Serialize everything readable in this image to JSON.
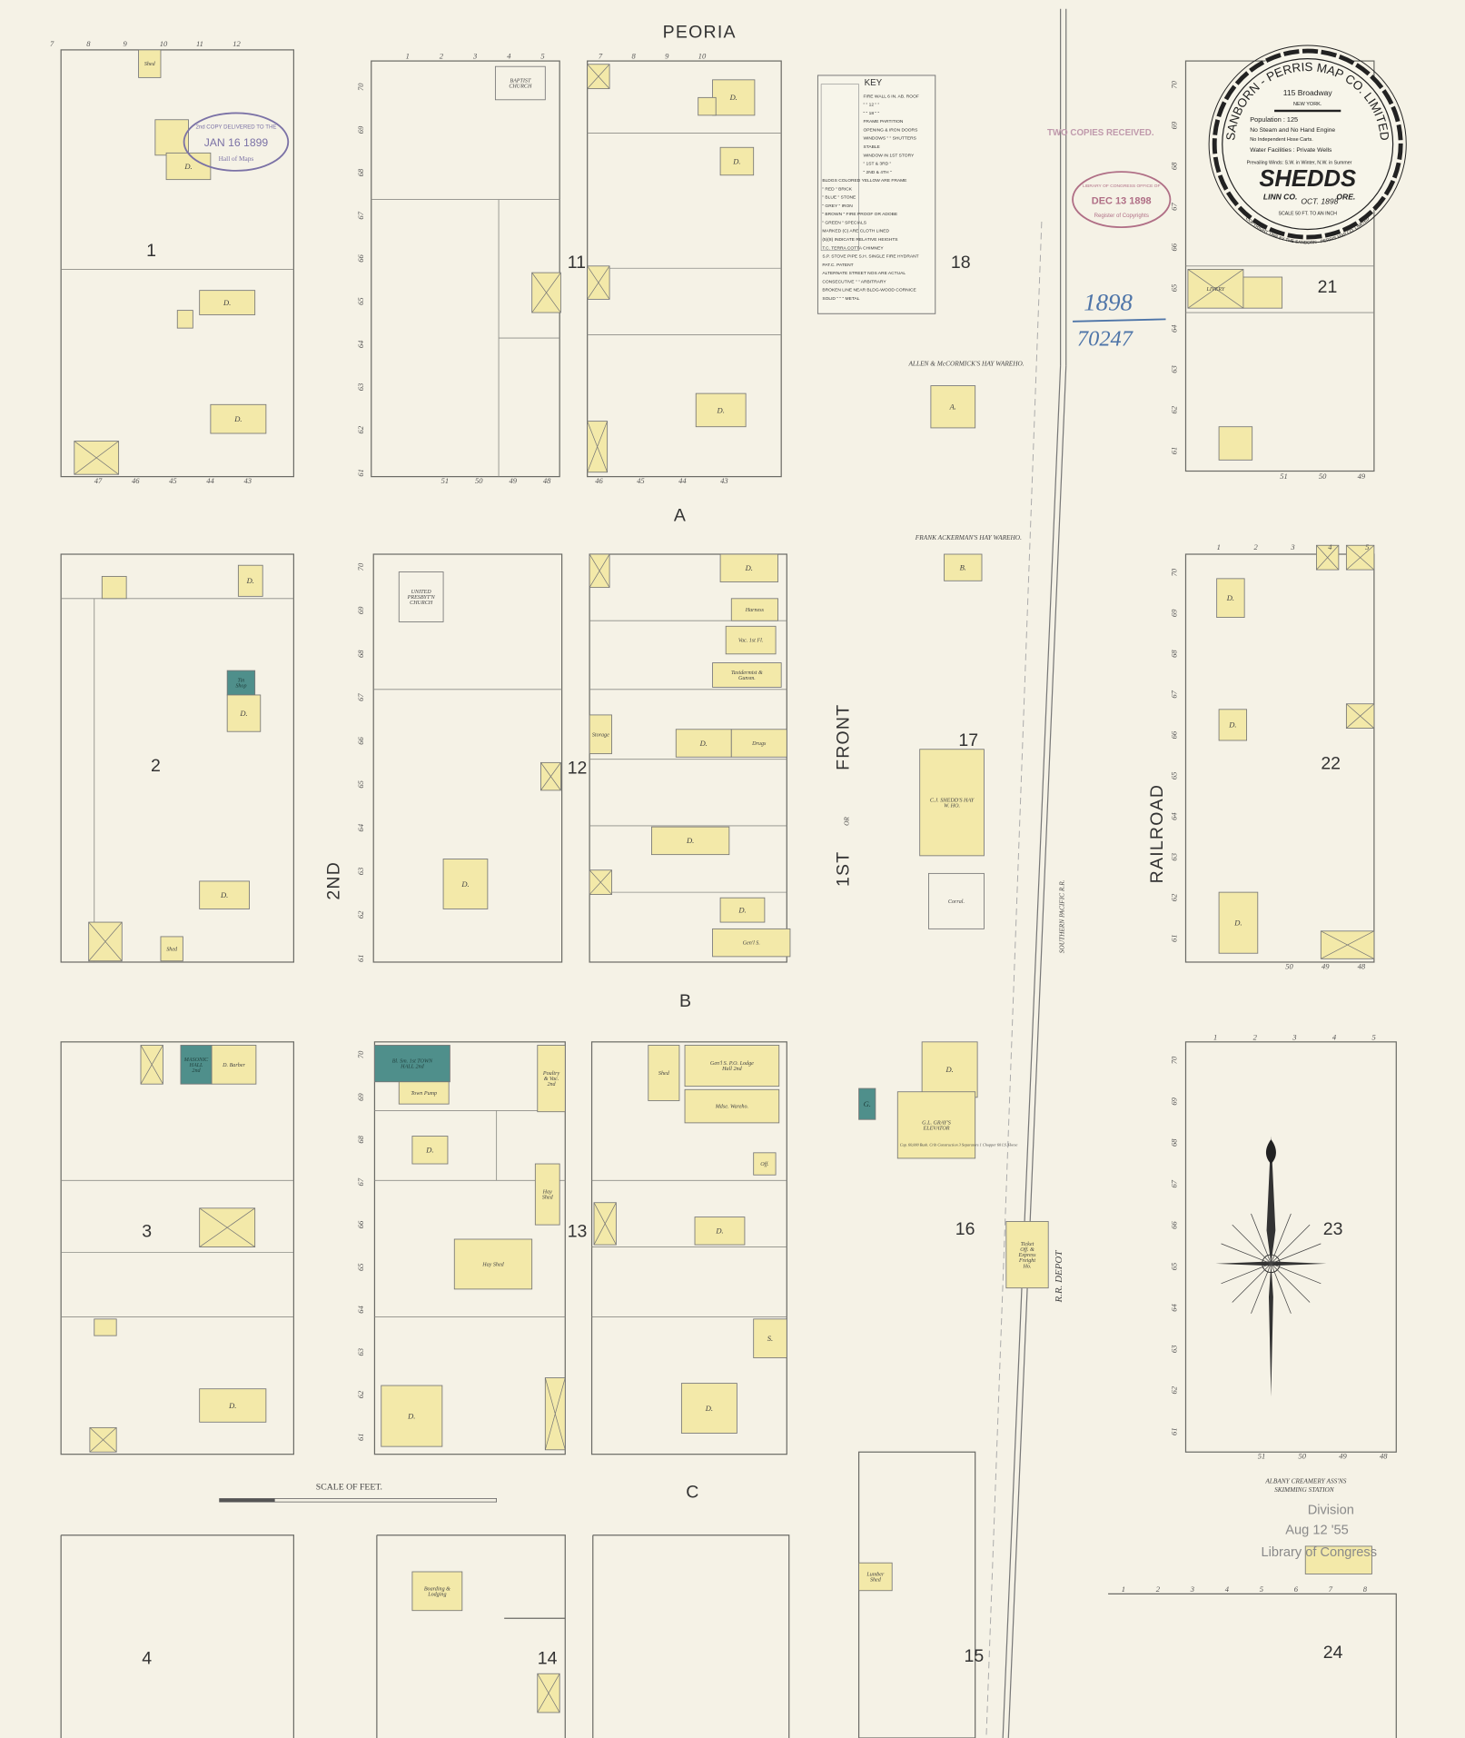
{
  "streets": {
    "top": "PEORIA",
    "a": "A",
    "b": "B",
    "c": "C",
    "second": "2ND",
    "first_a": "1ST",
    "first_or": "OR",
    "first_b": "FRONT",
    "railroad": "RAILROAD",
    "rail_line": "SOUTHERN PACIFIC R.R.",
    "depot": "R.R. DEPOT"
  },
  "blocks": [
    "1",
    "11",
    "18",
    "21",
    "2",
    "12",
    "17",
    "22",
    "3",
    "13",
    "16",
    "23",
    "4",
    "14",
    "15",
    "24"
  ],
  "lot_numbers": {
    "block1_top": [
      "7",
      "8",
      "9",
      "10",
      "11",
      "12"
    ],
    "block1_bottom": [
      "47",
      "46",
      "45",
      "44",
      "43"
    ],
    "block11_top": [
      "1",
      "2",
      "3",
      "4",
      "5"
    ],
    "block11_bottom": [
      "51",
      "50",
      "49",
      "48"
    ],
    "block11b_top": [
      "7",
      "8",
      "9",
      "10"
    ],
    "block11b_bottom": [
      "46",
      "45",
      "44",
      "43"
    ],
    "block21_bottom": [
      "51",
      "50",
      "49"
    ],
    "block22_top": [
      "1",
      "2",
      "3",
      "4",
      "5"
    ],
    "block22_bottom": [
      "50",
      "49",
      "48"
    ],
    "block23_top": [
      "1",
      "2",
      "3",
      "4",
      "5"
    ],
    "block23_bottom": [
      "51",
      "50",
      "49",
      "48"
    ],
    "block24_top": [
      "1",
      "2",
      "3",
      "4",
      "5",
      "6",
      "7",
      "8"
    ],
    "side": [
      "70",
      "69",
      "68",
      "67",
      "66",
      "65",
      "64",
      "63",
      "62",
      "61"
    ]
  },
  "buildings": [
    {
      "label": "Shed",
      "fill": "frame"
    },
    {
      "label": "",
      "fill": "frame"
    },
    {
      "label": "D.",
      "fill": "frame"
    },
    {
      "label": "D.",
      "fill": "frame"
    },
    {
      "label": "",
      "fill": "frame"
    },
    {
      "label": "D.",
      "fill": "frame"
    },
    {
      "label": "",
      "fill": "frame",
      "cross": true
    },
    {
      "label": "",
      "fill": "frame",
      "cross": true
    },
    {
      "label": "D.",
      "fill": "frame"
    },
    {
      "label": "",
      "fill": "frame"
    },
    {
      "label": "D.",
      "fill": "frame"
    },
    {
      "label": "",
      "fill": "frame",
      "cross": true
    },
    {
      "label": "",
      "fill": "frame",
      "cross": true
    },
    {
      "label": "D.",
      "fill": "frame"
    },
    {
      "label": "",
      "fill": "frame",
      "cross": true
    },
    {
      "label": "A.",
      "fill": "frame"
    },
    {
      "label": "B.",
      "fill": "frame"
    },
    {
      "label": "",
      "fill": "frame"
    },
    {
      "label": "D.",
      "fill": "frame"
    },
    {
      "label": "Tin Shop",
      "fill": "special"
    },
    {
      "label": "D.",
      "fill": "frame"
    },
    {
      "label": "D.",
      "fill": "frame"
    },
    {
      "label": "",
      "fill": "frame",
      "cross": true
    },
    {
      "label": "Shed",
      "fill": "frame"
    },
    {
      "label": "UNITED PRESBYT'N CHURCH",
      "fill": "none"
    },
    {
      "label": "",
      "fill": "frame",
      "cross": true
    },
    {
      "label": "D.",
      "fill": "frame"
    },
    {
      "label": "",
      "fill": "frame",
      "cross": true
    },
    {
      "label": "D.",
      "fill": "frame"
    },
    {
      "label": "Harness",
      "fill": "frame"
    },
    {
      "label": "Vac. 1st Fl.",
      "fill": "frame"
    },
    {
      "label": "Taxidermist & Gunsm.",
      "fill": "frame"
    },
    {
      "label": "Storage",
      "fill": "frame"
    },
    {
      "label": "D.",
      "fill": "frame"
    },
    {
      "label": "Drugs",
      "fill": "frame"
    },
    {
      "label": "D.",
      "fill": "frame"
    },
    {
      "label": "",
      "fill": "frame",
      "cross": true
    },
    {
      "label": "D.",
      "fill": "frame"
    },
    {
      "label": "Gen'l S.",
      "fill": "frame"
    },
    {
      "label": "C.J. SHEDD'S HAY W. HO.",
      "fill": "frame"
    },
    {
      "label": "",
      "fill": "frame",
      "cross": true
    },
    {
      "label": "MASONIC HALL 2nd",
      "fill": "special"
    },
    {
      "label": "D. Barber",
      "fill": "frame"
    },
    {
      "label": "",
      "fill": "frame",
      "cross": true
    },
    {
      "label": "",
      "fill": "frame"
    },
    {
      "label": "D.",
      "fill": "frame"
    },
    {
      "label": "",
      "fill": "frame",
      "cross": true
    },
    {
      "label": "Bl. Sm. 1st TOWN HALL 2nd",
      "fill": "special"
    },
    {
      "label": "Town Pump",
      "fill": "frame"
    },
    {
      "label": "Poultry & Vac. 2nd",
      "fill": "frame"
    },
    {
      "label": "D.",
      "fill": "frame"
    },
    {
      "label": "Hay Shed",
      "fill": "frame"
    },
    {
      "label": "Hay Shed",
      "fill": "frame"
    },
    {
      "label": "D.",
      "fill": "frame"
    },
    {
      "label": "",
      "fill": "frame",
      "cross": true
    },
    {
      "label": "Shed",
      "fill": "frame"
    },
    {
      "label": "Gen'l S. P.O. Lodge Hall 2nd",
      "fill": "frame"
    },
    {
      "label": "Mdse. Wareho.",
      "fill": "frame"
    },
    {
      "label": "Off.",
      "fill": "frame"
    },
    {
      "label": "",
      "fill": "frame",
      "cross": true
    },
    {
      "label": "D.",
      "fill": "frame"
    },
    {
      "label": "S.",
      "fill": "frame"
    },
    {
      "label": "D.",
      "fill": "frame"
    },
    {
      "label": "D.",
      "fill": "frame"
    },
    {
      "label": "G.L. GRAY'S ELEVATOR",
      "fill": "frame"
    },
    {
      "label": "G.",
      "fill": "special"
    },
    {
      "label": "Ticket Off. & Express Freight Ho.",
      "fill": "frame"
    },
    {
      "label": "LIVERY",
      "fill": "frame",
      "cross": true
    },
    {
      "label": "",
      "fill": "frame"
    },
    {
      "label": "",
      "fill": "frame"
    },
    {
      "label": "",
      "fill": "frame",
      "cross": true
    },
    {
      "label": "",
      "fill": "frame",
      "cross": true
    },
    {
      "label": "D.",
      "fill": "frame"
    },
    {
      "label": "D.",
      "fill": "frame"
    },
    {
      "label": "",
      "fill": "frame",
      "cross": true
    },
    {
      "label": "D.",
      "fill": "frame"
    },
    {
      "label": "",
      "fill": "frame",
      "cross": true
    },
    {
      "label": "Boarding & Lodging",
      "fill": "frame"
    },
    {
      "label": "",
      "fill": "frame",
      "cross": true
    },
    {
      "label": "Lumber Shed",
      "fill": "frame"
    },
    {
      "label": "",
      "fill": "frame"
    },
    {
      "label": "BAPTIST CHURCH",
      "fill": "none"
    },
    {
      "label": "Corral.",
      "fill": "none"
    }
  ],
  "annotations": {
    "allen": "ALLEN & McCORMICK'S HAY WAREHO.",
    "ackerman": "FRANK ACKERMAN'S HAY WAREHO.",
    "creamery_a": "ALBANY CREAMERY ASS'NS",
    "creamery_b": "SKIMMING STATION",
    "elevator_detail": "Cap. 60,000 Bush. Crib Construction 3 Separators 1 Chopper 60 I.S. Horse",
    "scale_label": "SCALE OF FEET."
  },
  "cartouche": {
    "company": "SANBORN - PERRIS MAP CO. LIMITED",
    "address": "115 Broadway",
    "city": "NEW YORK.",
    "population": "Population : 125",
    "engines": "No Steam and No Hand Engine",
    "hose": "No Independent Hose Carts.",
    "water": "Water Facilities : Private Wells",
    "winds": "Prevailing Winds: S.W. in Winter, N.W. in Summer",
    "town": "SHEDDS",
    "county": "LINN CO.",
    "state": "ORE.",
    "date": "OCT. 1898",
    "scale": "SCALE 50 FT. TO AN INCH",
    "copyright": "COPYRIGHT 1898 BY THE SANBORN - PERRIS MAP CO. LIMITED"
  },
  "key": {
    "title": "KEY",
    "lines": [
      "FIRE WALL 6 IN. AB. ROOF",
      "\"  \"  12 \"  \"",
      "\"  \"  18 \"  \"",
      "FRAME PARTITION",
      "OPENING & IRON DOORS",
      "WINDOWS \" \" SHUTTERS",
      "STABLE",
      "WINDOW IN 1ST STORY",
      "\" 1ST & 3RD \"",
      "\" 2ND & 4TH \"",
      "BLDGS COLORED YELLOW ARE FRAME",
      "\" RED \" BRICK",
      "\" BLUE \" STONE",
      "\" GREY \" IRON",
      "\" BROWN \" FIRE PROOF OR ADOBE",
      "\" GREEN \" SPECIALS",
      "MARKED (C) ARE CLOTH LINED",
      "(5)(8) INDICATE RELATIVE HEIGHTS",
      "T.C. TERRA COTTA CHIMNEY",
      "S.P. STOVE PIPE   S.H. SINGLE FIRE HYDRANT",
      "PAT.C. PATENT",
      "ALTERNATE STREET NOS ARE ACTUAL",
      "CONSECUTIVE \" \" ARBITRARY",
      "BROKEN LINE NEAR BLDG-WOOD CORNICE",
      "SOLID \" \" \" METAL"
    ]
  },
  "stamps": {
    "hall_of_maps": {
      "top": "2nd COPY DELIVERED TO THE",
      "date": "JAN 16 1899",
      "bottom": "Hall of Maps"
    },
    "two_copies": "TWO COPIES RECEIVED.",
    "copyright_office": {
      "top": "LIBRARY OF CONGRESS OFFICE OF",
      "date": "DEC 13 1898",
      "bottom": "Register of Copyrights"
    },
    "handwritten_year": "1898",
    "handwritten_number": "70247",
    "loc_bottom": {
      "division": "Division",
      "date": "Aug 12 '55",
      "name": "Library of Congress"
    }
  },
  "colors": {
    "paper": "#f5f2e6",
    "frame": "#f3e9a9",
    "special": "#4f8f8b",
    "brick": "#b5564a",
    "stamp_purple": "#7b72a6",
    "stamp_red": "#b06f86",
    "ink_blue": "#4d74a8"
  }
}
